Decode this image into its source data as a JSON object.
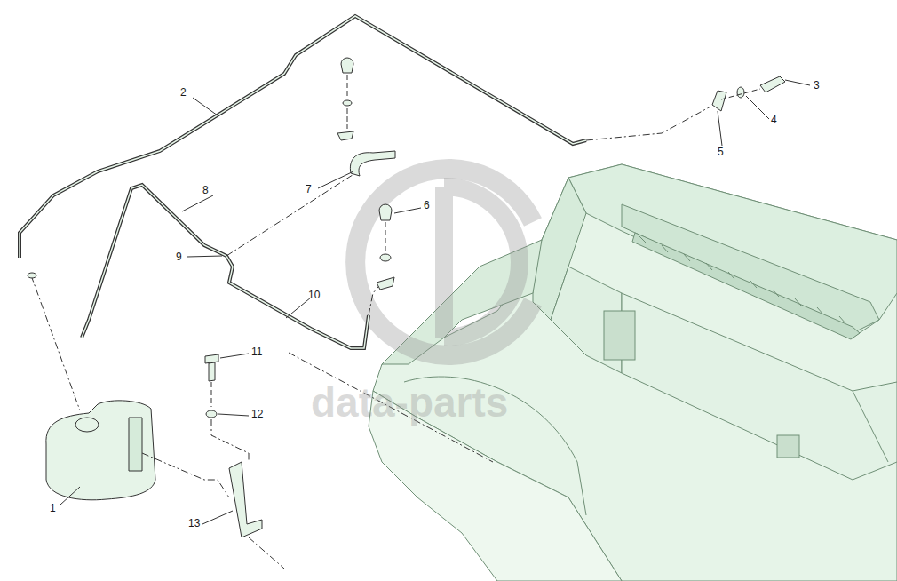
{
  "diagram": {
    "labels": [
      "2",
      "3",
      "4",
      "5",
      "7",
      "6",
      "8",
      "9",
      "10",
      "11",
      "12",
      "1",
      "13",
      "data-parts"
    ]
  }
}
